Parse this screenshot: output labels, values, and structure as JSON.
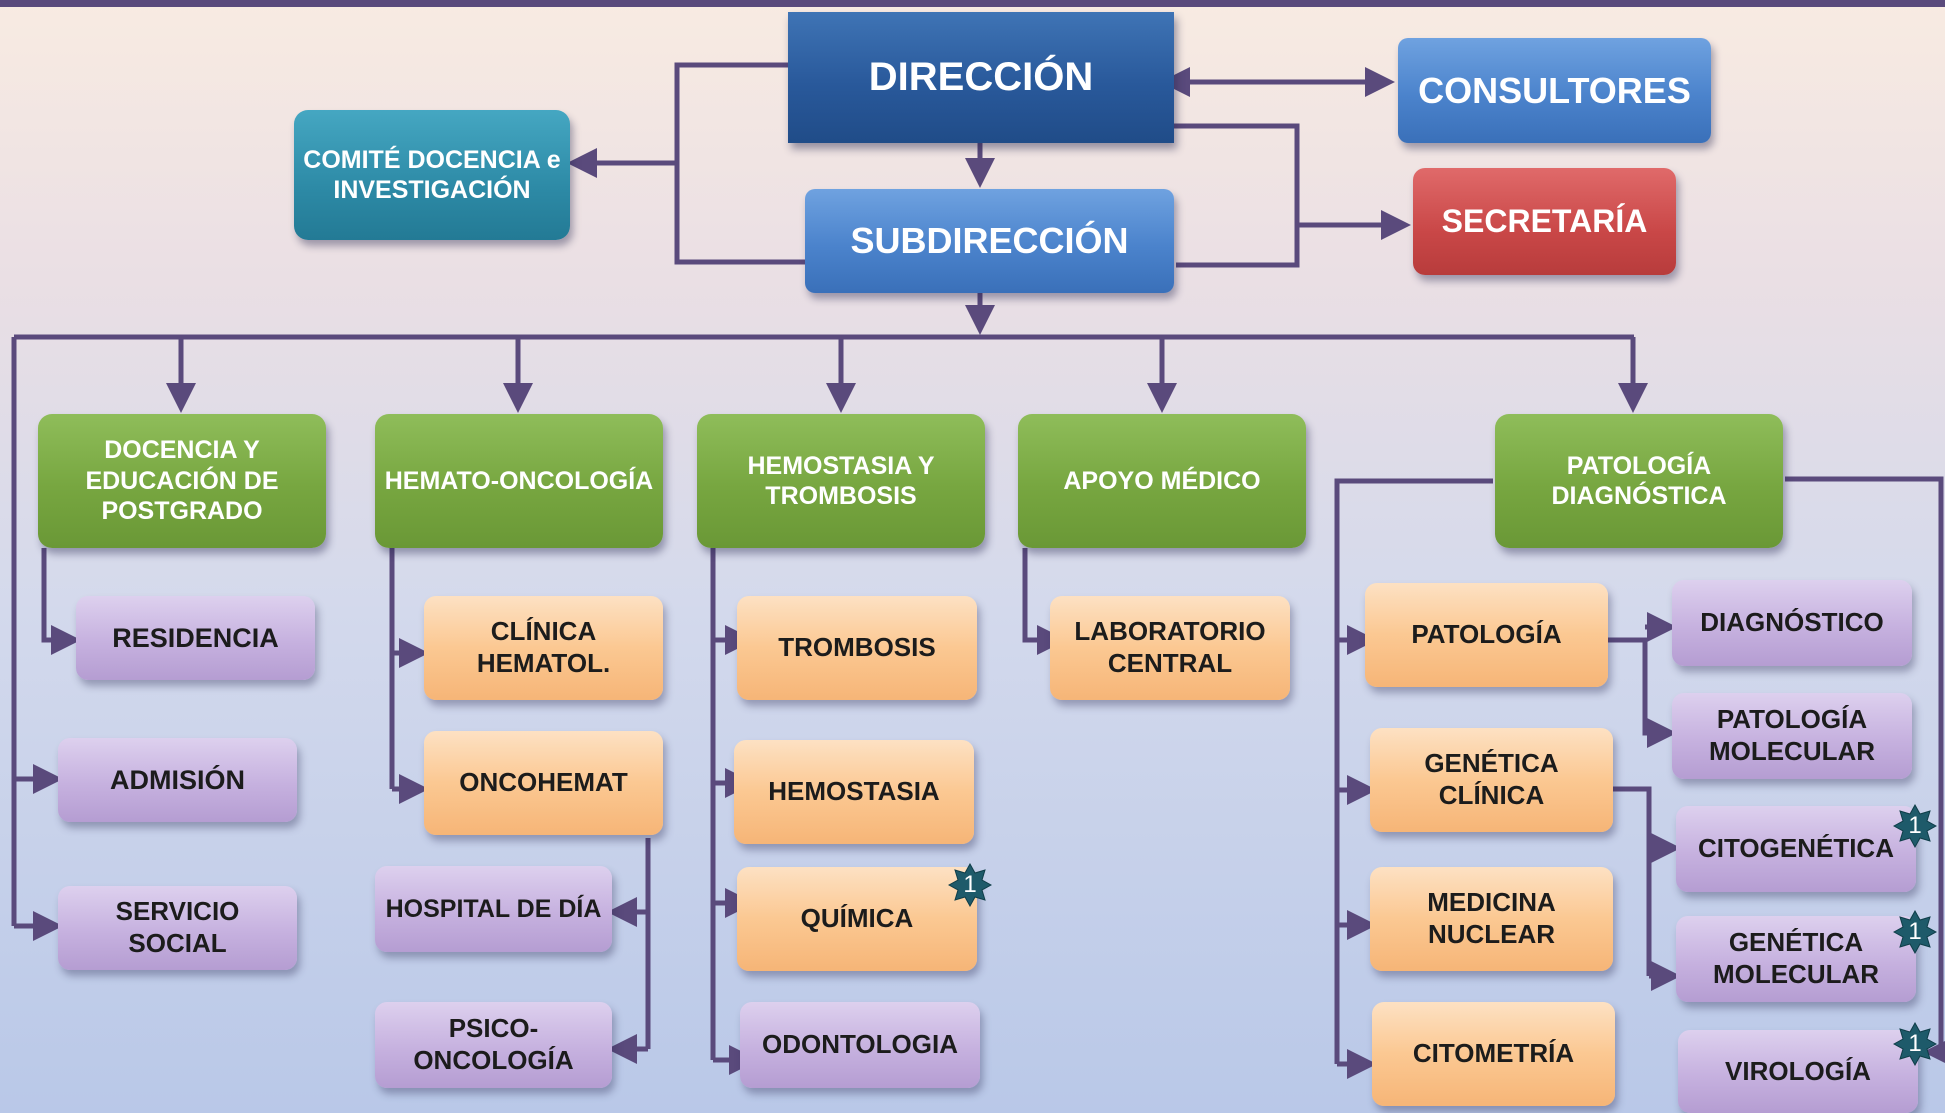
{
  "top": {
    "direccion": "DIRECCIÓN",
    "consultores": "CONSULTORES",
    "comite": "COMITÉ DOCENCIA e INVESTIGACIÓN",
    "subdireccion": "SUBDIRECCIÓN",
    "secretaria": "SECRETARÍA"
  },
  "departments": {
    "docencia": "DOCENCIA Y EDUCACIÓN DE POSTGRADO",
    "hemato": "HEMATO-ONCOLOGÍA",
    "hemostasia": "HEMOSTASIA Y TROMBOSIS",
    "apoyo": "APOYO MÉDICO",
    "patologia_diag": "PATOLOGÍA DIAGNÓSTICA"
  },
  "units": {
    "residencia": "RESIDENCIA",
    "admision": "ADMISIÓN",
    "servicio_social": "SERVICIO SOCIAL",
    "clinica_hematol": "CLÍNICA HEMATOL.",
    "oncohemat": "ONCOHEMAT",
    "hospital_dia": "HOSPITAL DE DÍA",
    "psico_oncologia": "PSICO-ONCOLOGÍA",
    "trombosis": "TROMBOSIS",
    "hemostasia": "HEMOSTASIA",
    "quimica": "QUÍMICA",
    "odontologia": "ODONTOLOGIA",
    "laboratorio_central": "LABORATORIO CENTRAL",
    "patologia": "PATOLOGÍA",
    "genetica_clinica": "GENÉTICA CLÍNICA",
    "medicina_nuclear": "MEDICINA NUCLEAR",
    "citometria": "CITOMETRÍA",
    "diagnostico": "DIAGNÓSTICO",
    "patologia_molecular": "PATOLOGÍA MOLECULAR",
    "citogenetica": "CITOGENÉTICA",
    "genetica_molecular": "GENÉTICA MOLECULAR",
    "virologia": "VIROLOGÍA"
  },
  "badges": {
    "quimica": "1",
    "citogenetica": "1",
    "genetica_molecular": "1",
    "virologia": "1"
  },
  "colors": {
    "connector": "#5a4a7c",
    "direccion": "#2b5c9e",
    "blue_box": "#4b83cc",
    "teal_box": "#2d8aa6",
    "red_box": "#c94747",
    "green_box": "#77a640",
    "orange_box": "#fbc892",
    "lavender_box": "#c6b1df",
    "badge": "#1e5a6a"
  }
}
